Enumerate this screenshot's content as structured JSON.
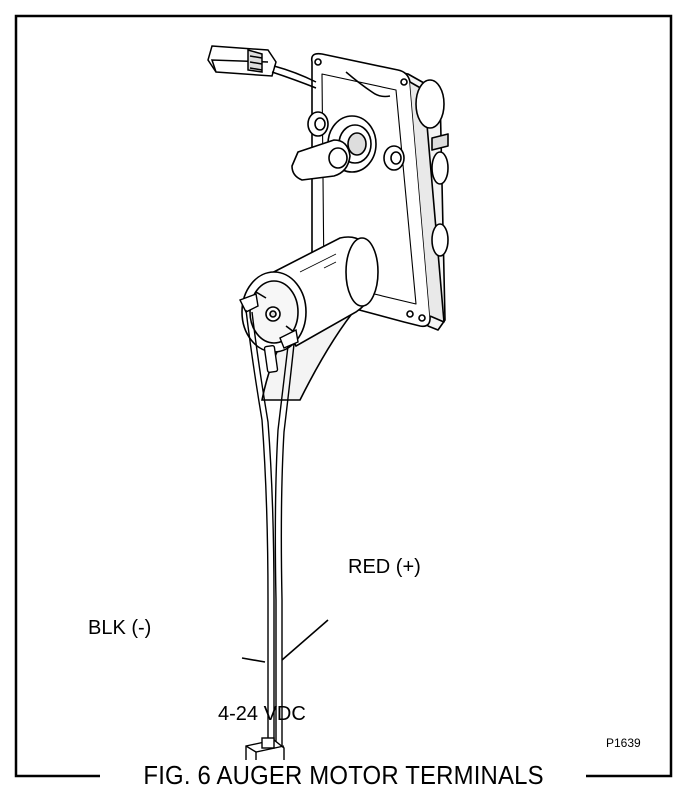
{
  "figure": {
    "caption": "FIG. 6 AUGER MOTOR TERMINALS",
    "part_number": "P1639"
  },
  "labels": {
    "black_wire": "BLK (-)",
    "red_wire": "RED (+)",
    "voltage": "4-24 VDC"
  }
}
